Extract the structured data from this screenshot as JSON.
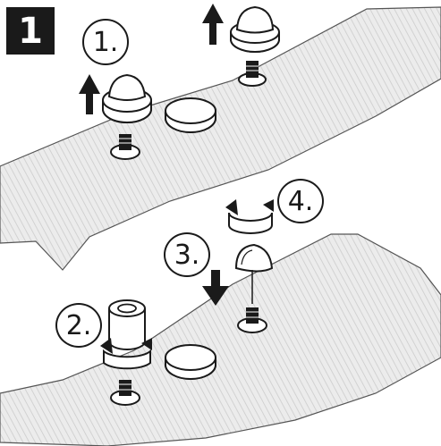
{
  "figure": {
    "panel_number": "1",
    "steps": [
      {
        "label": "1."
      },
      {
        "label": "2."
      },
      {
        "label": "3."
      },
      {
        "label": "4."
      }
    ]
  },
  "colors": {
    "line": "#1a1a1a",
    "panel_fill": "#e6e6e6",
    "panel_stripe": "#cfcfcf",
    "part_fill": "#ffffff",
    "badge_fill": "#1a1a1a",
    "badge_text": "#ffffff"
  },
  "icons": [
    "lift-arrow-icon",
    "press-arrow-icon",
    "rotate-arrow-icon"
  ]
}
